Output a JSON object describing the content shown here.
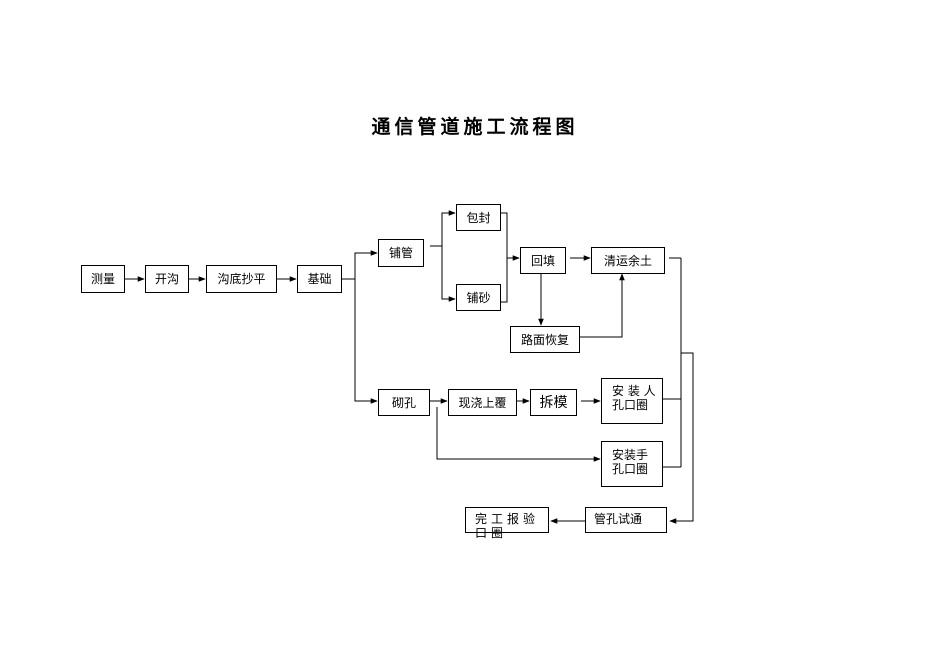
{
  "title": "通信管道施工流程图",
  "nodes": {
    "survey": "测量",
    "trench": "开沟",
    "level": "沟底抄平",
    "foundation": "基础",
    "lay_pipe": "铺管",
    "wrap_seal": "包封",
    "sand": "铺砂",
    "backfill": "回填",
    "clear_soil": "清运余土",
    "road_restore": "路面恢复",
    "masonry": "砌孔",
    "cast_cover": "现浇上覆",
    "remove_form": "拆模",
    "manhole_ring": "安 装 人孔口圈",
    "handhole_ring": "安装手孔口圈",
    "duct_test": "管孔试通",
    "acceptance": "完工报验口圈"
  }
}
